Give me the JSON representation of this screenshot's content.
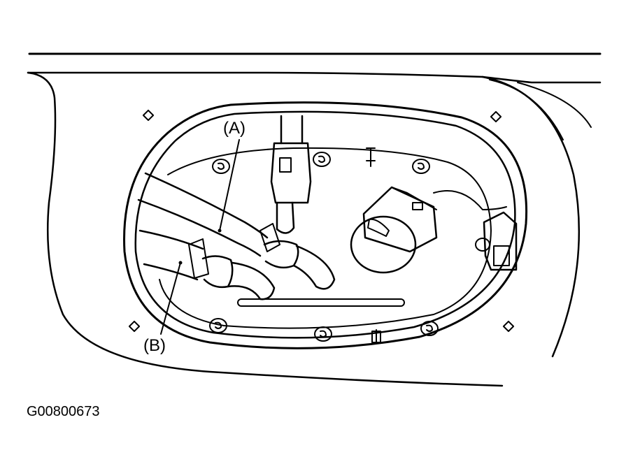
{
  "callouts": {
    "a": "(A)",
    "b": "(B)"
  },
  "figure_id": "G00800673",
  "colors": {
    "line": "#000000",
    "background": "#ffffff"
  }
}
